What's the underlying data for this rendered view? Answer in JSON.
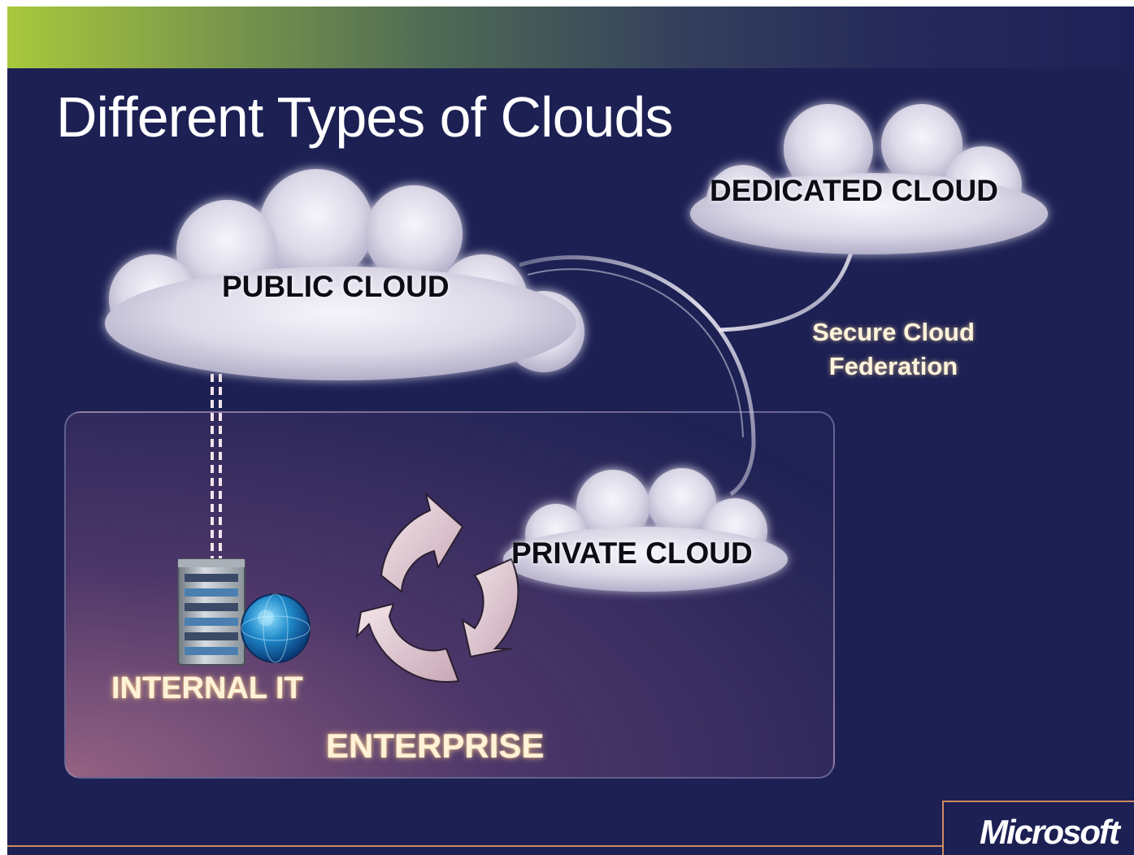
{
  "slide": {
    "title": "Different Types of Clouds",
    "brand": "Microsoft"
  },
  "nodes": {
    "public_cloud": "PUBLIC CLOUD",
    "dedicated_cloud": "DEDICATED CLOUD",
    "private_cloud": "PRIVATE CLOUD",
    "internal_it": "INTERNAL IT",
    "enterprise": "ENTERPRISE",
    "federation": "Secure Cloud Federation"
  },
  "colors": {
    "background": "#1c2053",
    "accent_green": "#a8c83c",
    "accent_orange": "#d08a60",
    "cloud_fill": "#e4e2ee",
    "label_glow": "#fff2d8"
  },
  "icons": [
    "server-icon",
    "globe-icon",
    "cycle-arrows-icon",
    "cloud-icon"
  ]
}
